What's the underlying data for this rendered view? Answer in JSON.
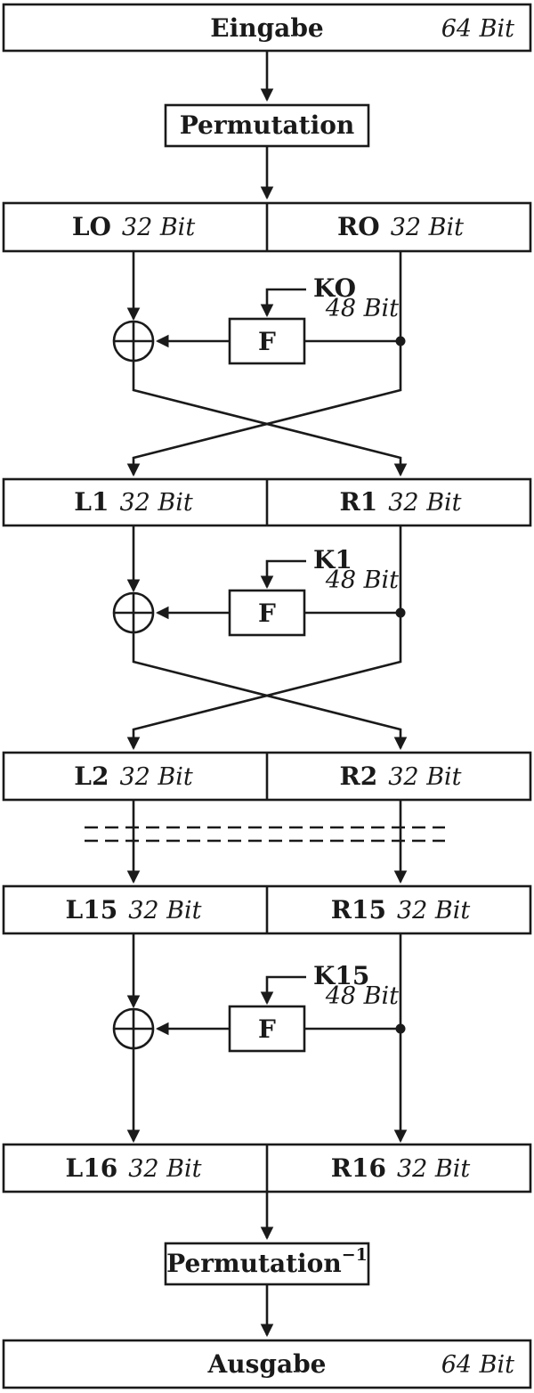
{
  "diagram": {
    "input": {
      "label": "Eingabe",
      "bits": "64 Bit"
    },
    "initial_permutation": {
      "label": "Permutation"
    },
    "final_permutation": {
      "label": "Permutation",
      "exponent": "−1"
    },
    "output": {
      "label": "Ausgabe",
      "bits": "64 Bit"
    },
    "registers": [
      {
        "left": "LO",
        "left_bits": "32 Bit",
        "right": "RO",
        "right_bits": "32 Bit"
      },
      {
        "left": "L1",
        "left_bits": "32 Bit",
        "right": "R1",
        "right_bits": "32 Bit"
      },
      {
        "left": "L2",
        "left_bits": "32 Bit",
        "right": "R2",
        "right_bits": "32 Bit"
      },
      {
        "left": "L15",
        "left_bits": "32 Bit",
        "right": "R15",
        "right_bits": "32 Bit"
      },
      {
        "left": "L16",
        "left_bits": "32 Bit",
        "right": "R16",
        "right_bits": "32 Bit"
      }
    ],
    "rounds": [
      {
        "key": "KO",
        "key_bits": "48 Bit",
        "function": "F"
      },
      {
        "key": "K1",
        "key_bits": "48 Bit",
        "function": "F"
      },
      {
        "key": "K15",
        "key_bits": "48 Bit",
        "function": "F"
      }
    ],
    "colors": {
      "stroke": "#1a1a1a",
      "background": "#ffffff"
    }
  }
}
